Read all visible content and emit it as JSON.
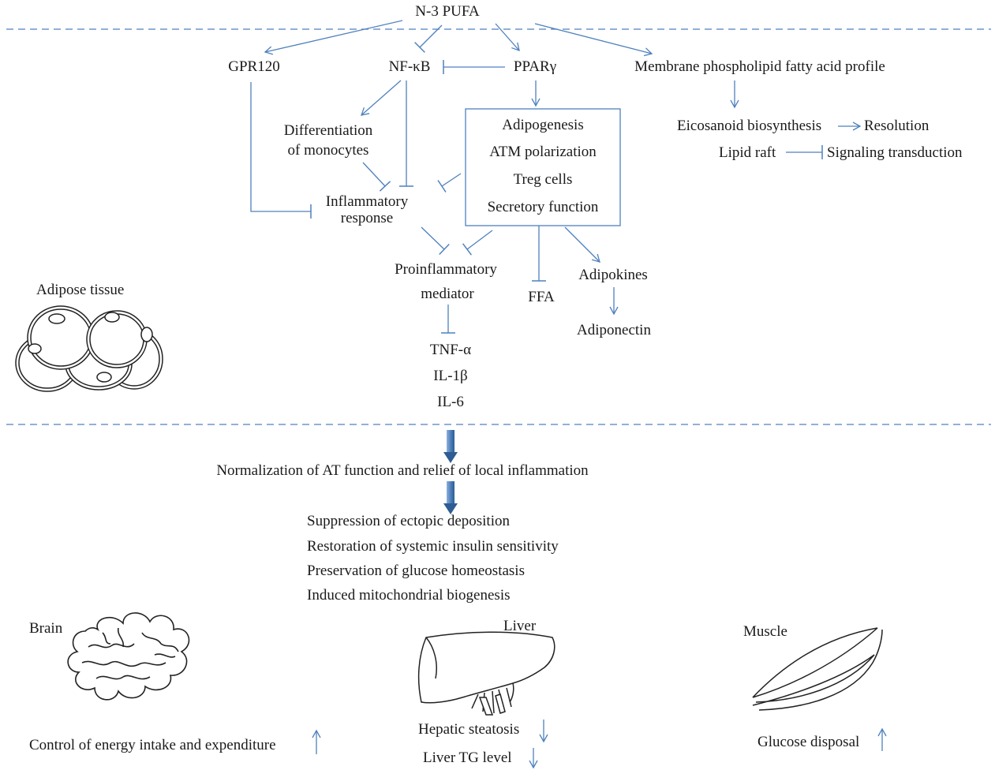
{
  "top": {
    "source": "N-3 PUFA"
  },
  "mechanisms": {
    "gpr120": "GPR120",
    "nfkb": "NF-κB",
    "ppar": "PPARγ",
    "membrane": "Membrane phospholipid fatty acid profile",
    "eicosanoid": "Eicosanoid biosynthesis",
    "resolution": "Resolution",
    "lipid_raft": "Lipid raft",
    "signaling": "Signaling transduction",
    "differentiation_line1": "Differentiation",
    "differentiation_line2": "of monocytes",
    "inflammatory_line1": "Inflammatory",
    "inflammatory_line2": "response",
    "box_items": [
      "Adipogenesis",
      "ATM polarization",
      "Treg cells",
      "Secretory function"
    ],
    "proinflammatory_line1": "Proinflammatory",
    "proinflammatory_line2": "mediator",
    "ffa": "FFA",
    "adipokines": "Adipokines",
    "adiponectin": "Adiponectin",
    "cytokines": [
      "TNF-α",
      "IL-1β",
      "IL-6"
    ],
    "adipose_tissue": "Adipose tissue"
  },
  "outcomes": {
    "normalization": "Normalization of AT function and relief of local inflammation",
    "effects": [
      "Suppression of ectopic deposition",
      "Restoration of systemic insulin sensitivity",
      "Preservation of glucose homeostasis",
      "Induced mitochondrial biogenesis"
    ]
  },
  "organs": {
    "brain": "Brain",
    "brain_effect": "Control of energy intake and expenditure",
    "liver": "Liver",
    "liver_effects": [
      "Hepatic steatosis",
      "Liver TG level"
    ],
    "muscle": "Muscle",
    "muscle_effect": "Glucose disposal"
  },
  "colors": {
    "arrow": "#4f81bd",
    "dash": "#4f81bd",
    "text": "#1a1a1a",
    "drawing": "#222222"
  }
}
